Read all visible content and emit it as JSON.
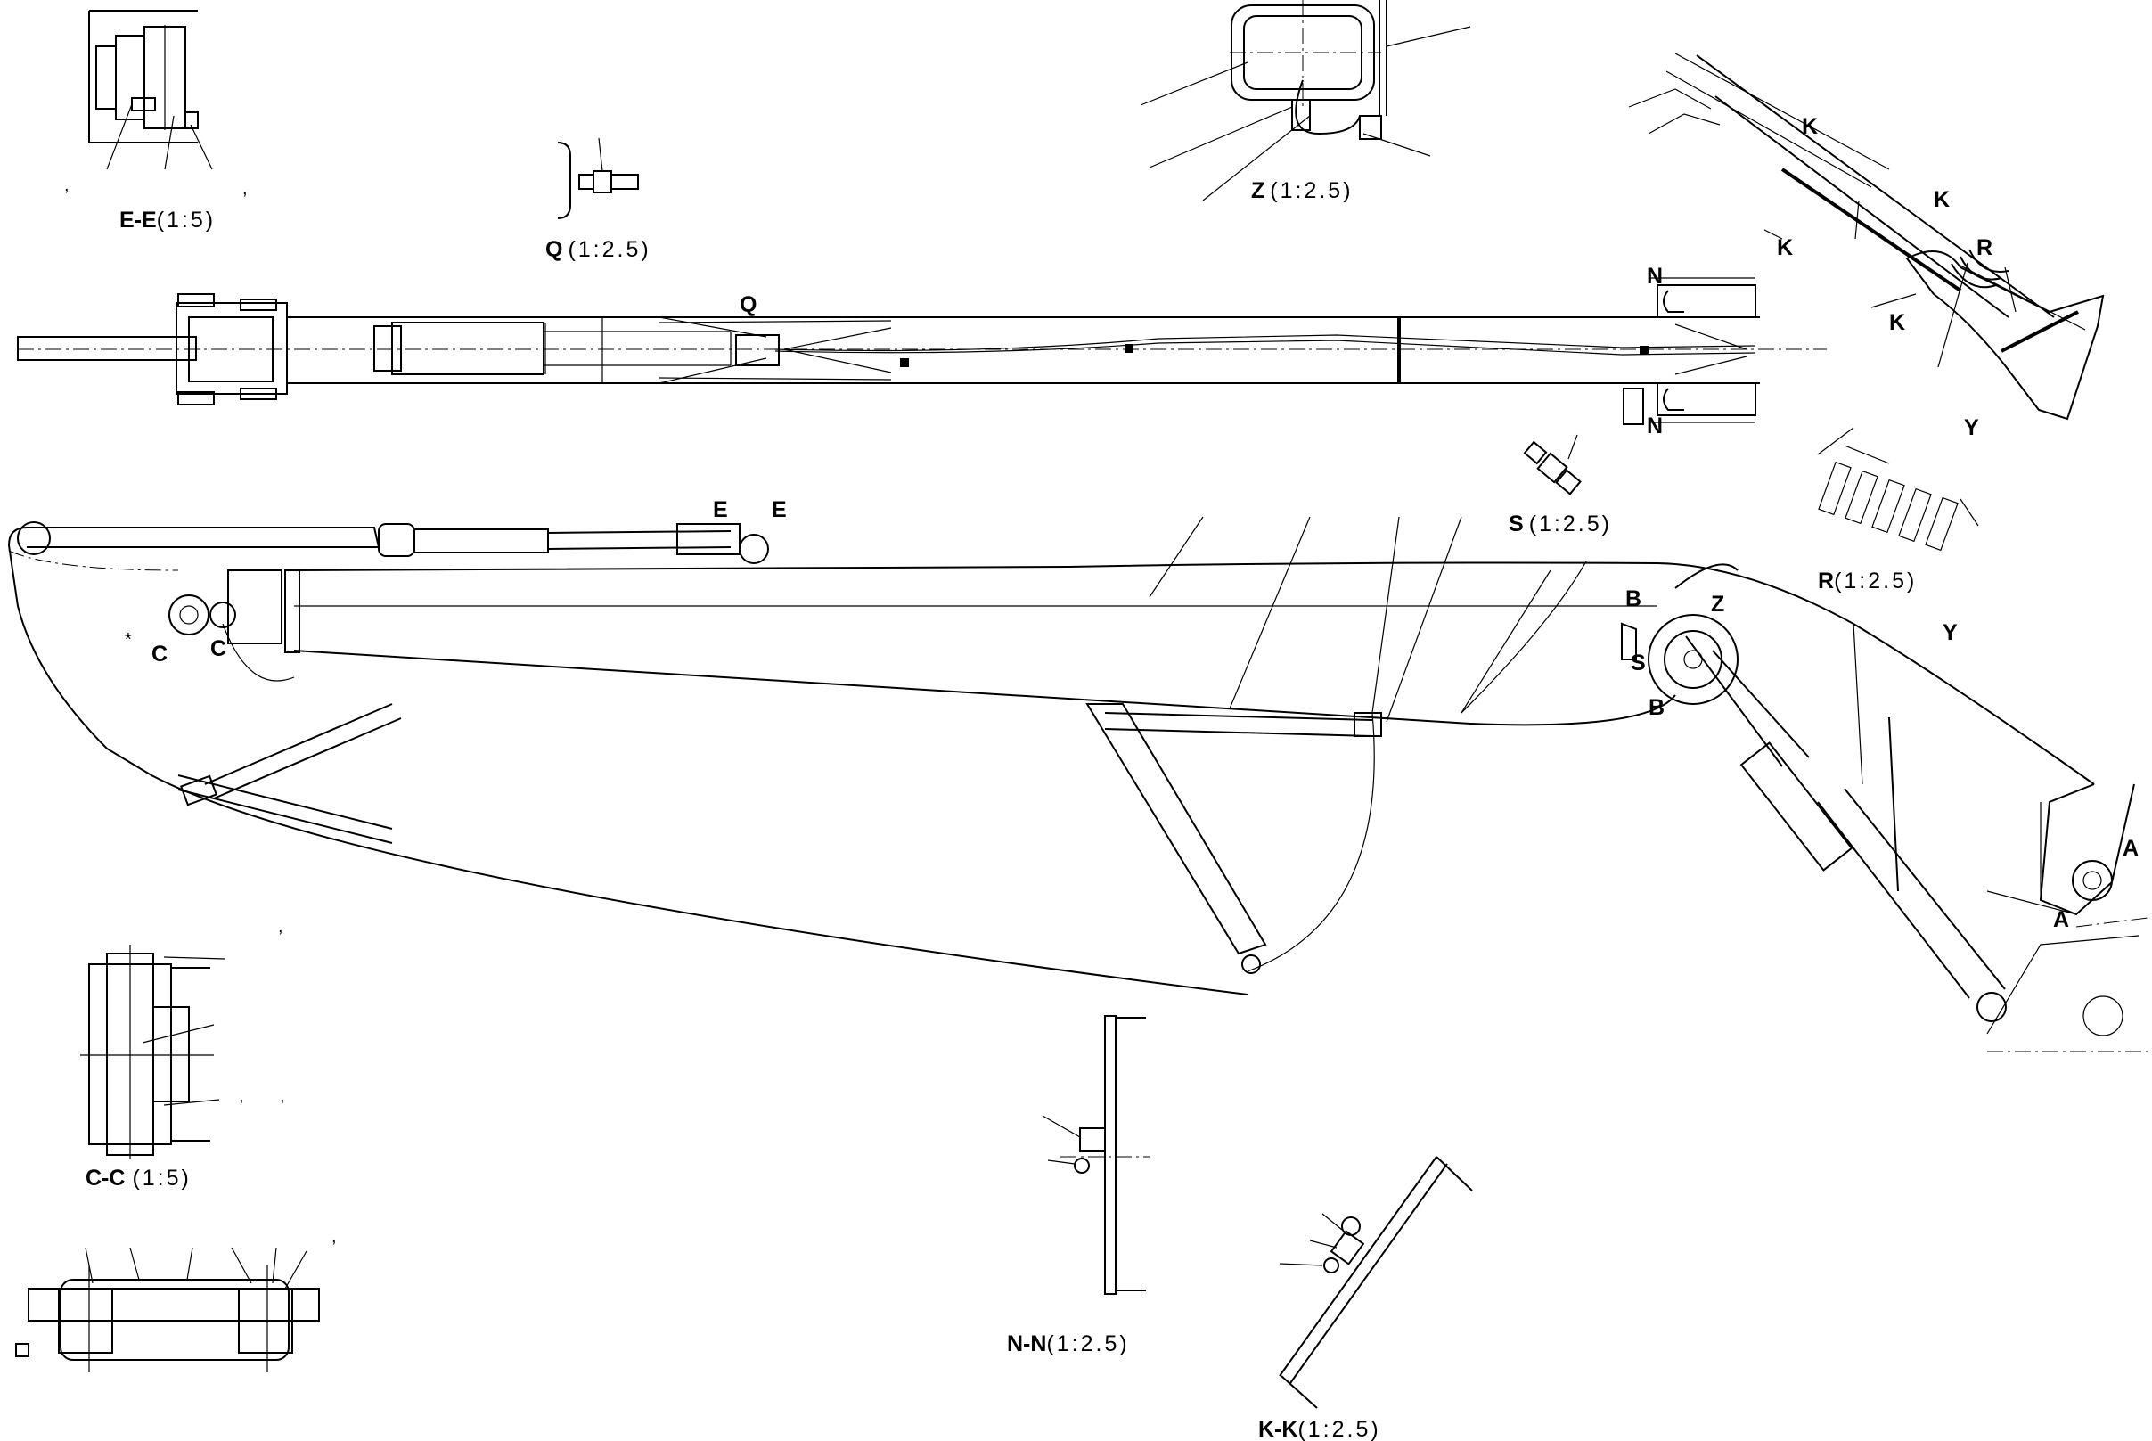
{
  "views": {
    "ee": {
      "letters": "E-E",
      "scale": "(1:5)"
    },
    "q": {
      "letters": "Q",
      "scale": "(1:2.5)"
    },
    "z": {
      "letters": "Z",
      "scale": "(1:2.5)"
    },
    "s": {
      "letters": "S",
      "scale": "(1:2.5)"
    },
    "r": {
      "letters": "R",
      "scale": "(1:2.5)"
    },
    "cc": {
      "letters": "C-C",
      "scale": "(1:5)"
    },
    "nn": {
      "letters": "N-N",
      "scale": "(1:2.5)"
    },
    "kk": {
      "letters": "K-K",
      "scale": "(1:2.5)"
    }
  },
  "markers": {
    "q": "Q",
    "e": "E",
    "c": "C",
    "n": "N",
    "k": "K",
    "r": "R",
    "y": "Y",
    "b": "B",
    "z": "Z",
    "s": "S",
    "a": "A"
  },
  "marks": {
    "comma": ",",
    "asterisk": "*"
  }
}
